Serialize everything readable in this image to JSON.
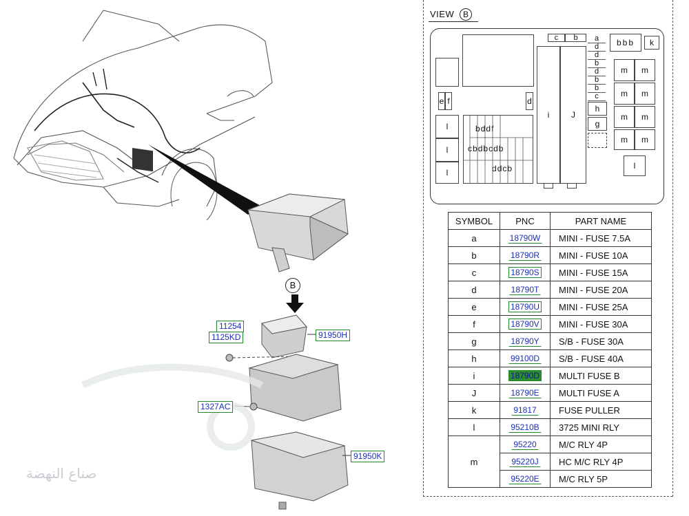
{
  "diagram": {
    "callout_b": "B",
    "labels": {
      "pnc_11254": "11254",
      "pnc_1125kd": "1125KD",
      "pnc_91950h": "91950H",
      "pnc_1327ac": "1327AC",
      "pnc_91950k": "91950K"
    },
    "watermark": "صناع النهضة"
  },
  "view": {
    "title": "VIEW",
    "circle": "B",
    "slots": {
      "top_c": "c",
      "top_b": "b",
      "col_small": [
        "a",
        "d",
        "d",
        "b",
        "d",
        "b",
        "b",
        "c"
      ],
      "bbb": [
        "b",
        "b",
        "b"
      ],
      "k": "k",
      "e": "e",
      "f": "f",
      "d_mid": "d",
      "l1": "l",
      "l2": "l",
      "l3": "l",
      "grid_row1": [
        "b",
        "d",
        "d",
        "f"
      ],
      "grid_row2": [
        "c",
        "b",
        "d",
        "b",
        "c",
        "d",
        "b"
      ],
      "grid_row3": [
        "d",
        "d",
        "c",
        "b"
      ],
      "i": "i",
      "J": "J",
      "h": "h",
      "g": "g",
      "m": [
        "m",
        "m",
        "m",
        "m",
        "m",
        "m",
        "m",
        "m"
      ],
      "l_right": "l"
    }
  },
  "table": {
    "headers": [
      "SYMBOL",
      "PNC",
      "PART NAME"
    ],
    "rows": [
      {
        "symbol": "a",
        "pnc": "18790W",
        "name": "MINI - FUSE 7.5A"
      },
      {
        "symbol": "b",
        "pnc": "18790R",
        "name": "MINI - FUSE 10A"
      },
      {
        "symbol": "c",
        "pnc": "18790S",
        "name": "MINI - FUSE 15A"
      },
      {
        "symbol": "d",
        "pnc": "18790T",
        "name": "MINI - FUSE 20A"
      },
      {
        "symbol": "e",
        "pnc": "18790U",
        "name": "MINI - FUSE 25A"
      },
      {
        "symbol": "f",
        "pnc": "18790V",
        "name": "MINI - FUSE 30A"
      },
      {
        "symbol": "g",
        "pnc": "18790Y",
        "name": "S/B - FUSE 30A"
      },
      {
        "symbol": "h",
        "pnc": "99100D",
        "name": "S/B - FUSE 40A"
      },
      {
        "symbol": "i",
        "pnc": "18790D",
        "name": "MULTI FUSE B"
      },
      {
        "symbol": "J",
        "pnc": "18790E",
        "name": "MULTI FUSE A"
      },
      {
        "symbol": "k",
        "pnc": "91817",
        "name": "FUSE PULLER"
      },
      {
        "symbol": "l",
        "pnc": "95210B",
        "name": "3725 MINI RLY"
      }
    ],
    "m_symbol": "m",
    "m_rows": [
      {
        "pnc": "95220",
        "name": "M/C RLY 4P"
      },
      {
        "pnc": "95220J",
        "name": "HC M/C RLY 4P"
      },
      {
        "pnc": "95220E",
        "name": "M/C RLY 5P"
      }
    ]
  }
}
